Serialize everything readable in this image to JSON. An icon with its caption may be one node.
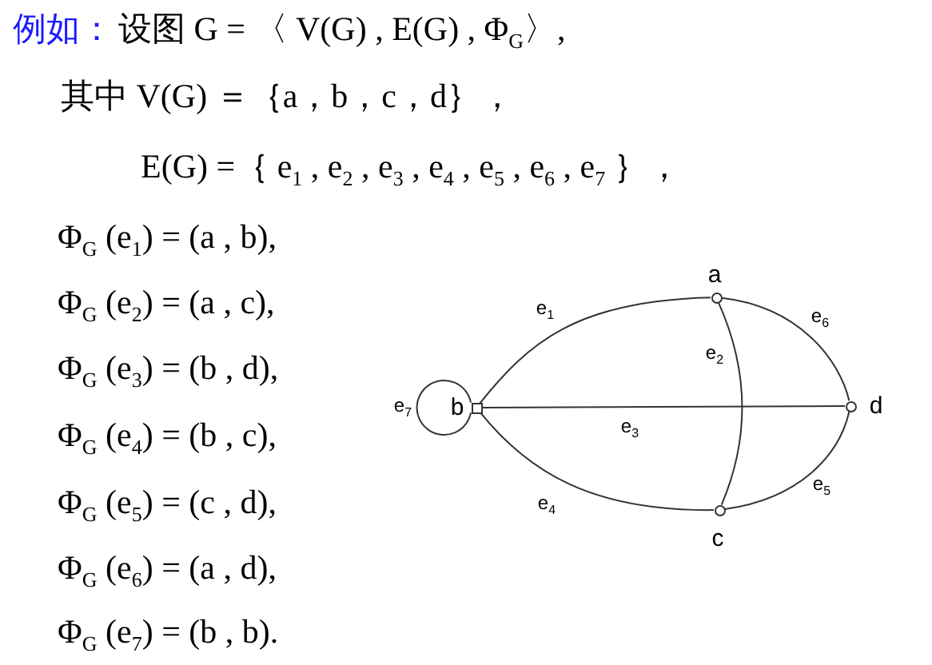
{
  "diagram": {
    "nodes": [
      {
        "text": [
          "a"
        ]
      },
      {
        "text": [
          "b"
        ]
      },
      {
        "text": [
          "c"
        ]
      },
      {
        "text": [
          "d"
        ]
      }
    ],
    "edges": [
      {
        "from": 1,
        "to": 0,
        "arrow": "none",
        "label": "e$_{1}$"
      },
      {
        "from": 0,
        "to": 2,
        "arrow": "none",
        "label": "e$_{2}$"
      },
      {
        "from": 1,
        "to": 3,
        "arrow": "none",
        "label": "e$_{3}$"
      },
      {
        "from": 1,
        "to": 2,
        "arrow": "none",
        "label": "e$_{4}$"
      },
      {
        "from": 2,
        "to": 3,
        "arrow": "none",
        "label": "e$_{5}$"
      },
      {
        "from": 0,
        "to": 3,
        "arrow": "none",
        "label": "e$_{6}$"
      },
      {
        "from": 1,
        "to": 1,
        "arrow": "none",
        "label": "e$_{7}$"
      }
    ],
    "labels": [
      "例如：",
      "设图 G = 〈 V(G) , E(G) , Φ$_{G}$〉,",
      "其中 V(G) ＝｛a，b，c，d｝，",
      "E(G) =｛ e$_{1}$ , e$_{2}$ , e$_{3}$ , e$_{4}$ , e$_{5}$ , e$_{6}$ , e$_{7}$ ｝，",
      "Φ$_{G}$ (e$_{1}$) = (a , b),",
      "Φ$_{G}$ (e$_{2}$) = (a , c),",
      "Φ$_{G}$ (e$_{3}$) = (b , d),",
      "Φ$_{G}$ (e$_{4}$) = (b , c),",
      "Φ$_{G}$ (e$_{5}$) = (c , d),",
      "Φ$_{G}$ (e$_{6}$) = (a , d),",
      "Φ$_{G}$ (e$_{7}$) = (b , b)."
    ]
  }
}
